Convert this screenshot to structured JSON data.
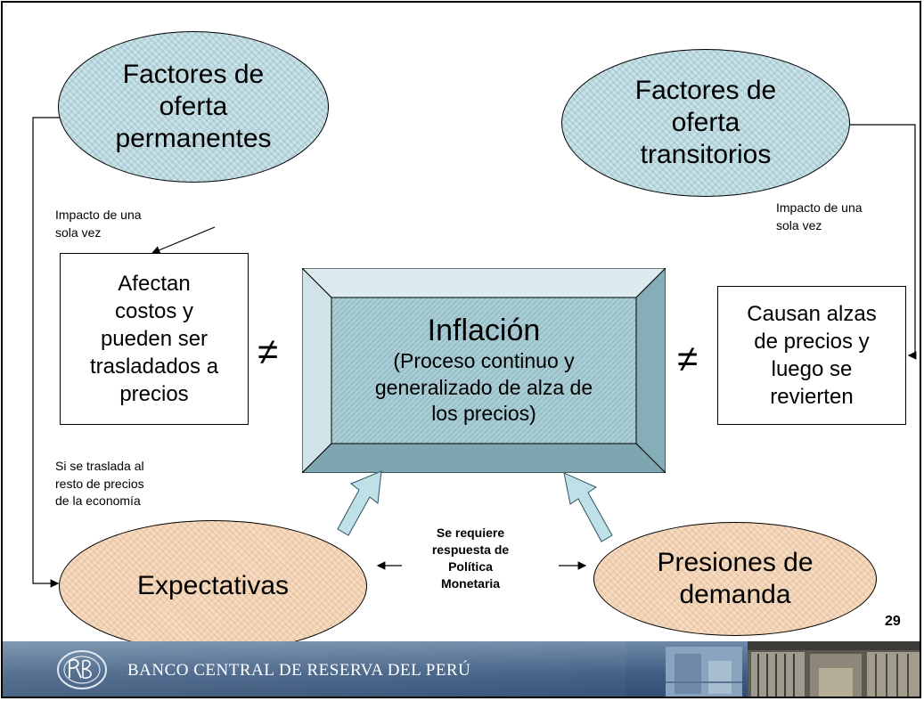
{
  "nodes": {
    "factores_permanentes": "Factores de\noferta\npermanentes",
    "factores_transitorios": "Factores de\noferta\ntransitorios",
    "afectan_costos": "Afectan\ncostos y\npueden ser\ntrasladados a\nprecios",
    "causan_alzas": "Causan alzas\nde precios y\nluego se\nrevierten",
    "inflacion_title": "Inflación",
    "inflacion_sub": "(Proceso continuo y\ngeneralizado de alza de\nlos precios)",
    "expectativas": "Expectativas",
    "presiones_demanda": "Presiones de\ndemanda"
  },
  "labels": {
    "impacto_left": "Impacto de una\nsola vez",
    "impacto_right": "Impacto de una\nsola vez",
    "traslada": "Si se traslada al\nresto de precios\nde la economía",
    "politica": "Se requiere\nrespuesta de\nPolítica\nMonetaria",
    "neq_left": "≠",
    "neq_right": "≠"
  },
  "page_number": "29",
  "footer": {
    "bank_name": "BANCO CENTRAL DE RESERVA DEL PERÚ",
    "logo": "bcrp-logo-icon"
  },
  "colors": {
    "teal_fill": "#c9e3e9",
    "peach_fill": "#f7dcc1",
    "frame_fill": "#a9cdd5",
    "footer_blue": "#3f5d82"
  }
}
